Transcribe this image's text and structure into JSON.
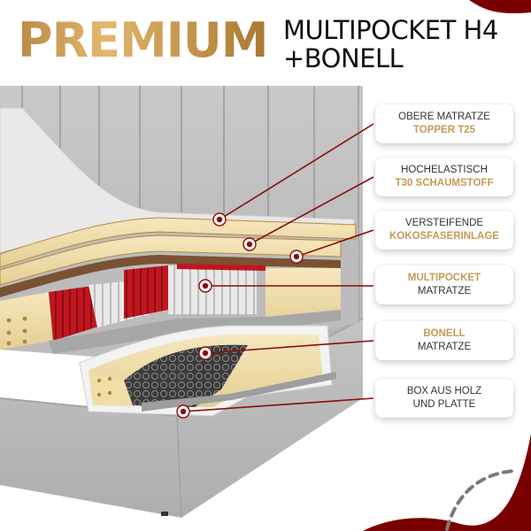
{
  "header": {
    "title_main": "PREMIUM",
    "title_line1": "MULTIPOCKET H4",
    "title_line2": "+BONELL"
  },
  "layers": [
    {
      "line1": "OBERE MATRATZE",
      "line2": "TOPPER T25",
      "highlight": "line2"
    },
    {
      "line1": "HOCHELASTISCH",
      "line2": "T30 SCHAUMSTOFF",
      "highlight": "line2"
    },
    {
      "line1": "VERSTEIFENDE",
      "line2": "KOKOSFASERINLAGE",
      "highlight": "line2"
    },
    {
      "line1": "MULTIPOCKET",
      "line2": "MATRATZE",
      "highlight": "line1"
    },
    {
      "line1": "BONELL",
      "line2": "MATRATZE",
      "highlight": "line1"
    },
    {
      "line1": "BOX AUS HOLZ",
      "line2": "UND PLATTE",
      "highlight": "none"
    }
  ],
  "colors": {
    "gold": "#c59a58",
    "accent_red": "#7a0000",
    "upholstery_grey": "#b9b9b9",
    "foam_cream": "#f0dfae",
    "pocket_red": "#b5141c"
  }
}
